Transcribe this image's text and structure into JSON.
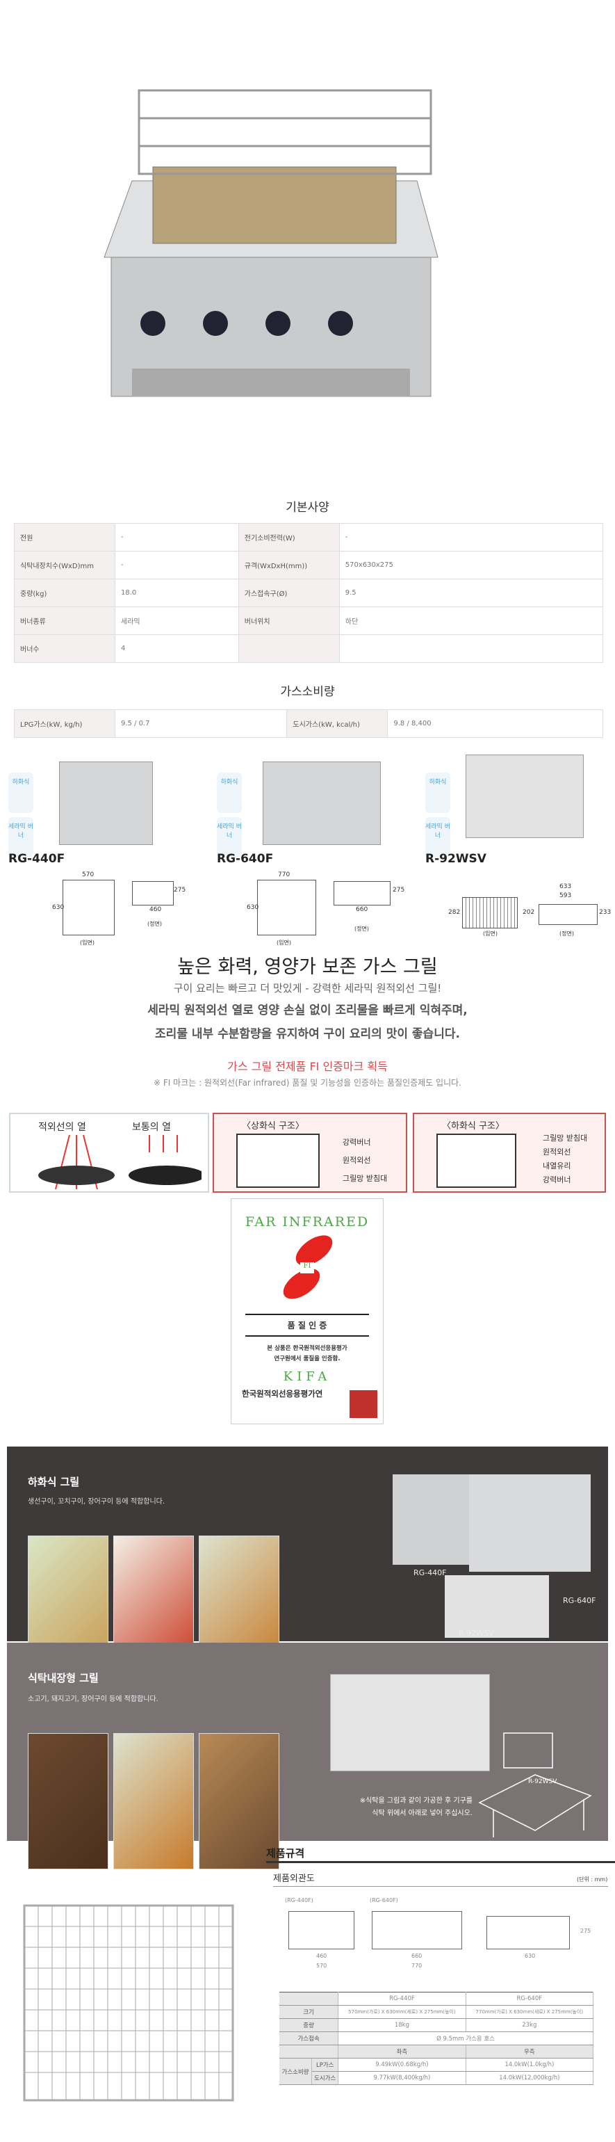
{
  "basic_spec": {
    "title": "기본사양",
    "rows": [
      [
        "전원",
        "-",
        "전기소비전력(W)",
        "-"
      ],
      [
        "식탁내장치수(WxD)mm",
        "-",
        "규격(WxDxH(mm))",
        "570x630x275"
      ],
      [
        "중량(kg)",
        "18.0",
        "가스접속구(Ø)",
        "9.5"
      ],
      [
        "버너종류",
        "세라믹",
        "버너위치",
        "하단"
      ],
      [
        "버너수",
        "4",
        "",
        ""
      ]
    ]
  },
  "gas_spec": {
    "title": "가스소비량",
    "rows": [
      [
        "LPG가스(kW, kg/h)",
        "9.5 / 0.7",
        "도시가스(kW, kcal/h)",
        "9.8 / 8,400"
      ]
    ]
  },
  "badges": {
    "type": "하화식",
    "burner": "세라믹 버너"
  },
  "models": [
    {
      "name": "RG-440F",
      "dims": [
        "570",
        "630",
        "275",
        "460"
      ],
      "views": [
        "(입면)",
        "(정면)"
      ]
    },
    {
      "name": "RG-640F",
      "dims": [
        "770",
        "630",
        "275",
        "660"
      ],
      "views": [
        "(입면)",
        "(정면)"
      ]
    },
    {
      "name": "R-92WSV",
      "dims": [
        "633",
        "593",
        "282",
        "202",
        "233"
      ],
      "views": [
        "(입면)",
        "(정면)"
      ]
    }
  ],
  "headline": {
    "title": "높은 화력, 영양가 보존 가스 그릴",
    "sub": "구이 요리는 빠르고 더 맛있게 - 강력한 세라믹 원적외선 그릴!",
    "line1": "세라믹 원적외선 열로 영양 손실 없이 조리물을 빠르게 익혀주며,",
    "line2": "조리물 내부 수분함량을 유지하여 구이 요리의 맛이 좋습니다."
  },
  "fi": {
    "title": "가스 그릴 전제품 FI 인증마크 획득",
    "note": "※ FI 마크는 : 원적외선(Far infrared) 품질 및 기능성을 인증하는 품질인증제도 입니다.",
    "accent": "#e0474c"
  },
  "diagrams": {
    "heat": {
      "a": "적외선의 열",
      "b": "보통의 열"
    },
    "top": {
      "title": "〈상화식 구조〉",
      "labels": [
        "강력버너",
        "원적외선",
        "그릴망 받침대"
      ]
    },
    "bottom": {
      "title": "〈하화식 구조〉",
      "labels": [
        "그릴망 받침대",
        "원적외선",
        "내열유리",
        "강력버너"
      ]
    }
  },
  "cert": {
    "arc": "FAR INFRARED",
    "mark": "FI",
    "title": "품 질 인 증",
    "body1": "본 상품은 한국원적외선응용평가",
    "body2": "연구원에서 품질을 인증함.",
    "kifa": "KIFA",
    "org": "한국원적외선응용평가연"
  },
  "section_bottom": {
    "title": "하화식 그릴",
    "desc": "생선구이, 꼬치구이, 장어구이 등에 적합합니다.",
    "models": [
      "RG-440F",
      "RG-640F",
      "R-92WSV"
    ]
  },
  "section_table": {
    "title": "식탁내장형 그릴",
    "desc": "소고기, 돼지고기, 장어구이 등에 적합합니다.",
    "note1": "※식탁을 그림과 같이 가공한 후 기구를",
    "note2": "식탁 위에서 아래로 넣어 주십시오.",
    "label": "R-92WSV"
  },
  "product_spec": {
    "title": "제품규격",
    "sub": "제품외관도",
    "unit": "(단위 : mm)",
    "drawings": [
      {
        "name": "(RG-440F)",
        "inner": "460",
        "outer": "570"
      },
      {
        "name": "(RG-640F)",
        "inner": "660",
        "outer": "770"
      },
      {
        "side": "630",
        "height": "275"
      }
    ],
    "table": {
      "cols": [
        "RG-440F",
        "RG-640F"
      ],
      "size_label": "크기",
      "size": [
        "570mm(가로) X 630mm(세로) X 275mm(높이)",
        "770mm(가로) X 630mm(세로) X 275mm(높이)"
      ],
      "weight_label": "중량",
      "weight": [
        "18kg",
        "23kg"
      ],
      "gas_label": "가스접속",
      "gas": "Ø 9.5mm 가스용 호스",
      "side": [
        "좌측",
        "우측"
      ],
      "cons_label": "가스소비량",
      "lp_label": "LP가스",
      "lp": [
        "9.49kW(0.68kg/h)",
        "14.0kW(1.0kg/h)"
      ],
      "city_label": "도시가스",
      "city": [
        "9.77kW(8,400kg/h)",
        "14.0kW(12,000kg/h)"
      ]
    }
  }
}
